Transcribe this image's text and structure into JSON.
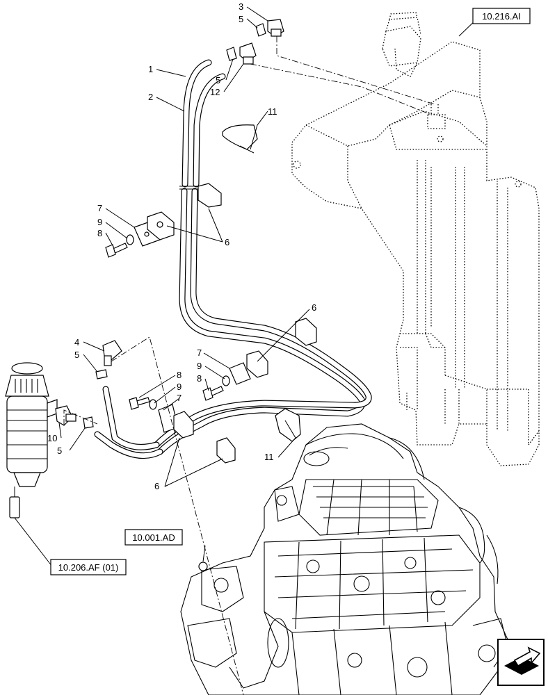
{
  "diagram": {
    "callouts": [
      {
        "id": "c3",
        "text": "3"
      },
      {
        "id": "c5a",
        "text": "5"
      },
      {
        "id": "c1",
        "text": "1"
      },
      {
        "id": "c5b",
        "text": "5"
      },
      {
        "id": "c12",
        "text": "12"
      },
      {
        "id": "c2",
        "text": "2"
      },
      {
        "id": "c11a",
        "text": "11"
      },
      {
        "id": "c7a",
        "text": "7"
      },
      {
        "id": "c9a",
        "text": "9"
      },
      {
        "id": "c8a",
        "text": "8"
      },
      {
        "id": "c6a",
        "text": "6"
      },
      {
        "id": "c4",
        "text": "4"
      },
      {
        "id": "c5c",
        "text": "5"
      },
      {
        "id": "c6b",
        "text": "6"
      },
      {
        "id": "c7b",
        "text": "7"
      },
      {
        "id": "c9b",
        "text": "9"
      },
      {
        "id": "c8b",
        "text": "8"
      },
      {
        "id": "c8c",
        "text": "8"
      },
      {
        "id": "c9c",
        "text": "9"
      },
      {
        "id": "c7c",
        "text": "7"
      },
      {
        "id": "c10",
        "text": "10"
      },
      {
        "id": "c5d",
        "text": "5"
      },
      {
        "id": "c11b",
        "text": "11"
      },
      {
        "id": "c6c",
        "text": "6"
      }
    ],
    "references": [
      {
        "id": "tank_ref",
        "text": "10.216.AI"
      },
      {
        "id": "engine_ref",
        "text": "10.001.AD"
      },
      {
        "id": "filter_ref",
        "text": "10.206.AF (01)"
      }
    ]
  }
}
